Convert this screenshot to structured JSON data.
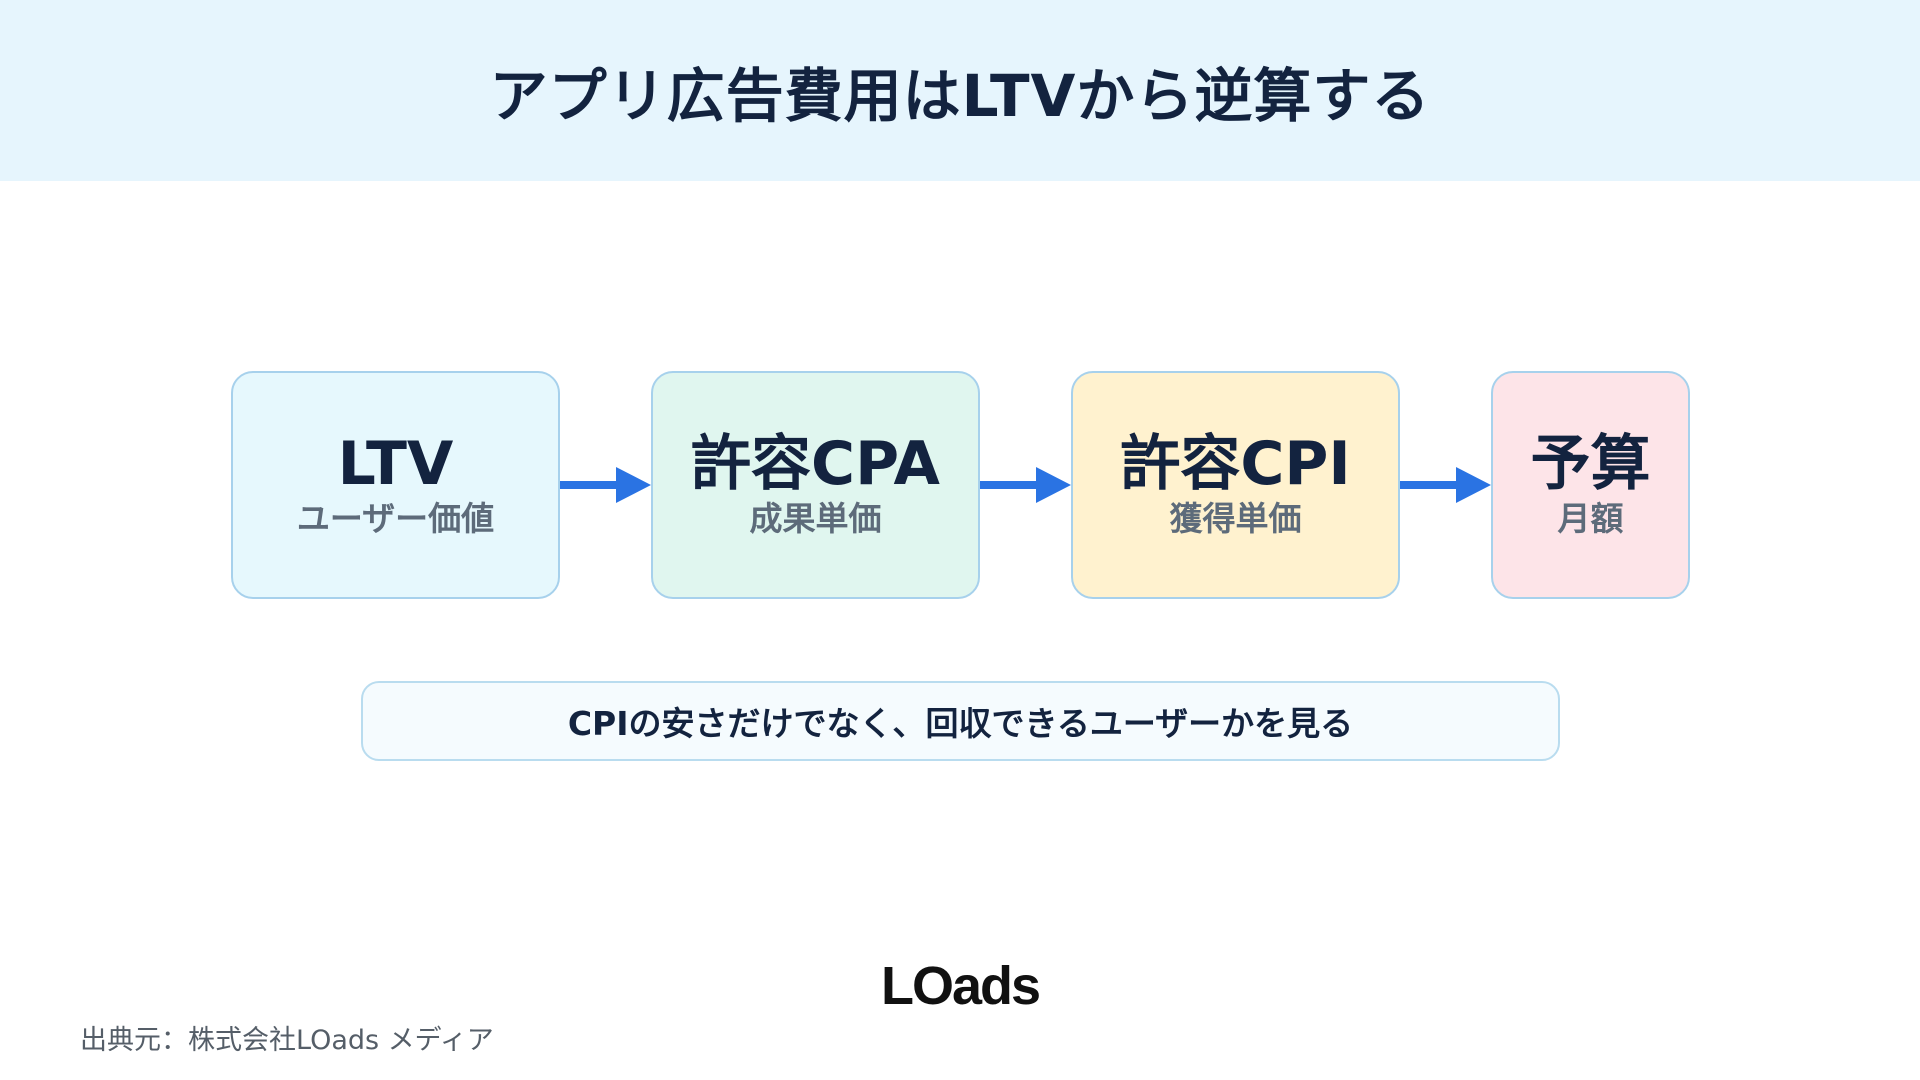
{
  "header": {
    "title": "アプリ広告費用はLTVから逆算する"
  },
  "flow": {
    "steps": [
      {
        "main": "LTV",
        "sub": "ユーザー価値",
        "color": "#e6f8fd"
      },
      {
        "main": "許容CPA",
        "sub": "成果単価",
        "color": "#e0f6ef"
      },
      {
        "main": "許容CPI",
        "sub": "獲得単価",
        "color": "#fff2cf"
      },
      {
        "main": "予算",
        "sub": "月額",
        "color": "#fde4e8"
      }
    ],
    "arrow_color": "#2a73e3",
    "border_color": "#a7d1ec"
  },
  "note": {
    "text": "CPIの安さだけでなく、回収できるユーザーかを見る"
  },
  "logo": {
    "text": "LOads"
  },
  "footer": {
    "source": "出典元：株式会社LOads メディア"
  }
}
